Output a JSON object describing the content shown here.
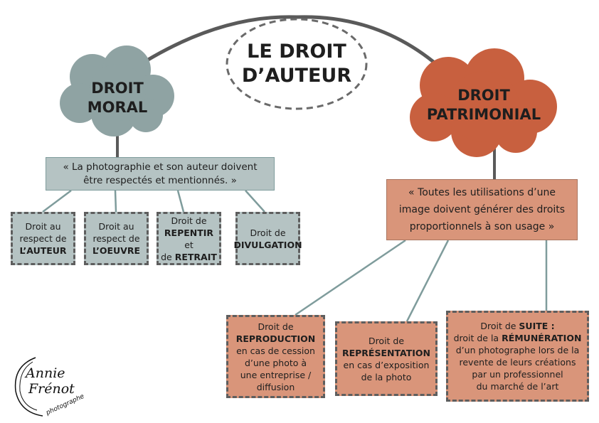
{
  "title": {
    "line1": "LE DROIT",
    "line2": "D’AUTEUR"
  },
  "moral": {
    "line1": "DROIT",
    "line2": "MORAL",
    "quote": {
      "line1": "« La photographie et son auteur doivent",
      "line2": "être respectés et mentionnés. »"
    },
    "items": [
      {
        "l1": "Droit au",
        "l2": "respect de",
        "b3": "L’AUTEUR"
      },
      {
        "l1": "Droit au",
        "l2": "respect de",
        "b3": "L’OEUVRE"
      },
      {
        "l1": "Droit de",
        "b2": "REPENTIR",
        "t2": " et",
        "t3": "de ",
        "b3": "RETRAIT"
      },
      {
        "l1": "Droit de",
        "b2": "DIVULGATION"
      }
    ]
  },
  "patrimonial": {
    "line1": "DROIT",
    "line2": "PATRIMONIAL",
    "quote": {
      "line1": "« Toutes les utilisations d’une",
      "line2": "image doivent générer des droits",
      "line3": "proportionnels à son usage »"
    },
    "items": [
      {
        "l1": "Droit de",
        "b2": "REPRODUCTION",
        "l3": "en cas de cession",
        "l4": "d’une photo à",
        "l5": "une entreprise /",
        "l6": "diffusion"
      },
      {
        "l1": "Droit de",
        "b2": "REPRÉSENTATION",
        "l3": "en cas d’exposition",
        "l4": "de la photo"
      },
      {
        "t1": "Droit de ",
        "b1": "SUITE :",
        "t2": "droit de la ",
        "b2": "RÉMUNÉRATION",
        "l3": "d’un photographe lors de la",
        "l4": "revente de leurs créations",
        "l5": "par un professionnel",
        "l6": "du marché de l’art"
      }
    ]
  },
  "logo": {
    "line1": "Annie",
    "line2": "Frénot",
    "line3": "photographe"
  },
  "colors": {
    "moral": "#8fa3a3",
    "moral_box": "#b5c3c3",
    "patrimonial": "#c8603f",
    "patrimonial_box": "#d9957a",
    "line": "#5a5a5a",
    "connector": "#7f9c9c"
  }
}
